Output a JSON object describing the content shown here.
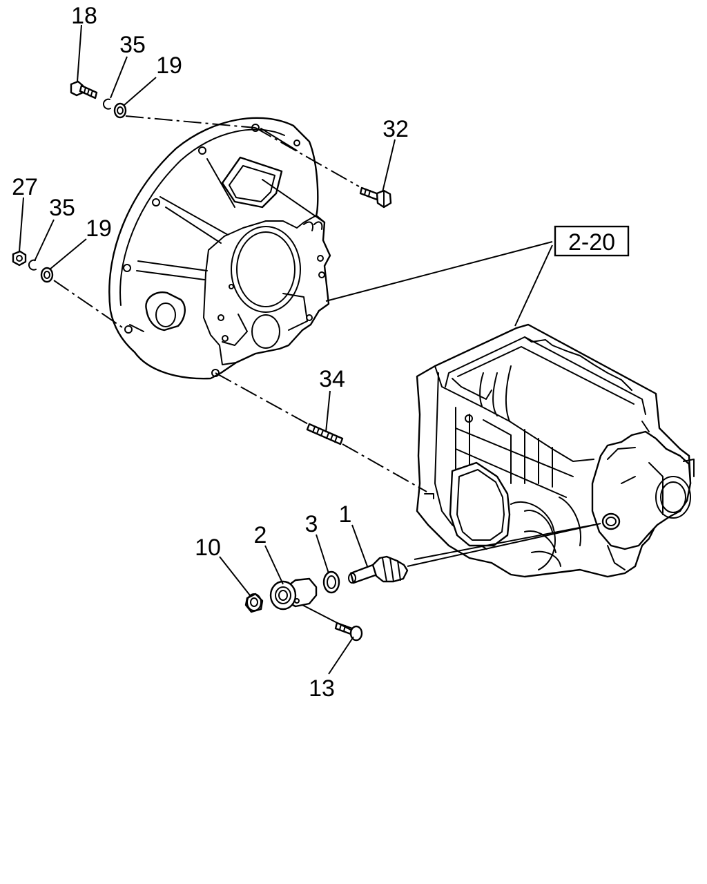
{
  "diagram": {
    "callouts": {
      "c18": "18",
      "c35a": "35",
      "c19a": "19",
      "c32": "32",
      "c27": "27",
      "c35b": "35",
      "c19b": "19",
      "c34": "34",
      "c10": "10",
      "c2": "2",
      "c3": "3",
      "c1": "1",
      "c13": "13"
    },
    "reference": "2-20"
  }
}
